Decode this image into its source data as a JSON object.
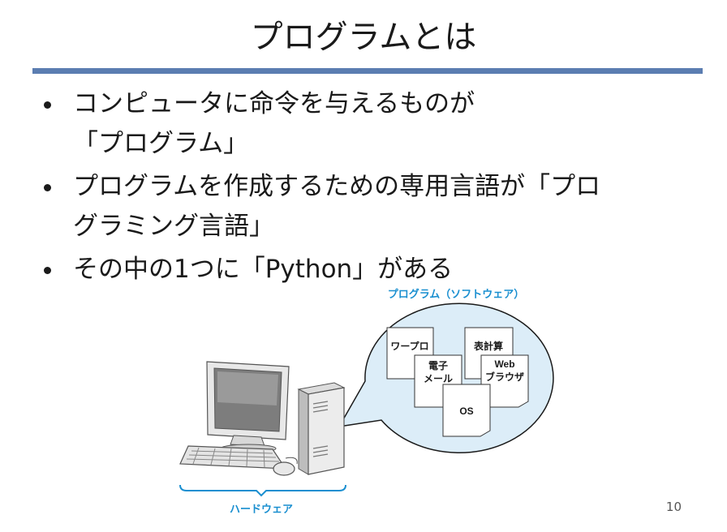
{
  "slide": {
    "title": "プログラムとは",
    "bullets": [
      "コンピュータに命令を与えるものが\n「プログラム」",
      "プログラムを作成するための専用言語が「プロ\nグラミング言語」",
      "その中の1つに「Python」がある"
    ],
    "page_number": "10"
  },
  "illustration": {
    "software_label": "プログラム（ソフトウェア）",
    "hardware_label": "ハードウェア",
    "docs": {
      "wordpro": "ワープロ",
      "spreadsheet": "表計算",
      "email_line1": "電子",
      "email_line2": "メール",
      "browser_line1": "Web",
      "browser_line2": "ブラウザ",
      "os": "OS"
    },
    "accent_color": "#1a8fd0",
    "bubble_color": "#dcedf8"
  }
}
